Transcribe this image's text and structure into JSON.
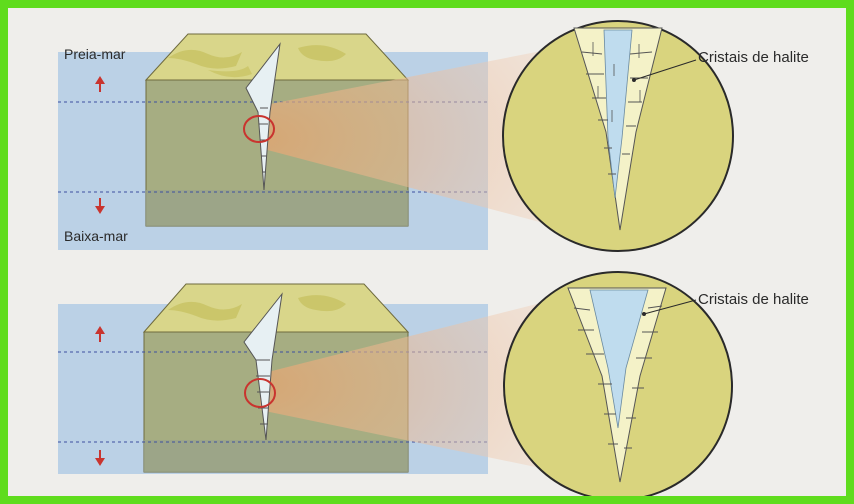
{
  "top_panel": {
    "high_tide_label": "Preia-mar",
    "low_tide_label": "Baixa-mar",
    "callout_label": "Cristais de halite"
  },
  "bottom_panel": {
    "callout_label": "Cristais de halite"
  },
  "colors": {
    "frame_border": "#5fdc1d",
    "background": "#efeeeb",
    "water": "#a9c4e3",
    "rock_top": "#d9d68a",
    "rock_side": "#98a77e",
    "salt_crystal": "#f4f2c8",
    "crack_fluid": "#bfdcee",
    "magnifier_fill": "#d9d47e",
    "magnifier_ring": "#c9342f",
    "tide_arrow": "#c9342f",
    "tide_line": "#3c4fa0"
  }
}
